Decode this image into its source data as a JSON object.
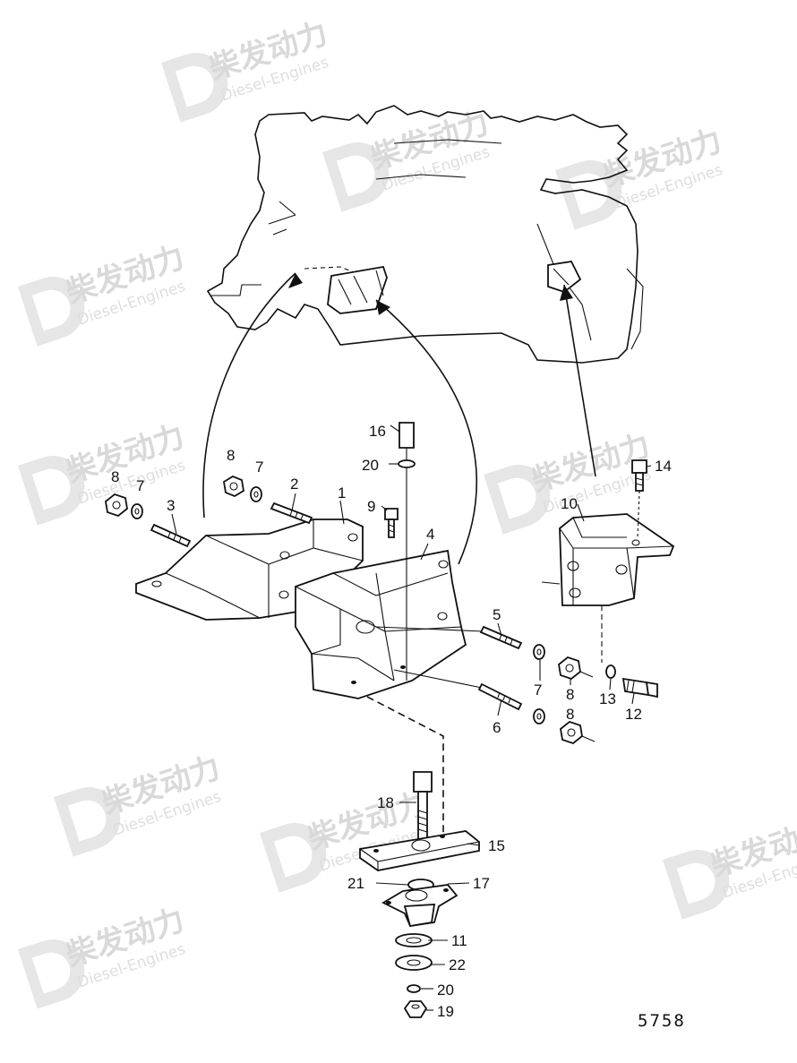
{
  "watermark": {
    "cn": "柴发动力",
    "en": "Diesel-Engines",
    "logo_icon": "d-logo-icon"
  },
  "figure_number": "5758",
  "callouts": {
    "c1": "1",
    "c2": "2",
    "c3": "3",
    "c4": "4",
    "c5": "5",
    "c6": "6",
    "c7a": "7",
    "c7b": "7",
    "c7c": "7",
    "c8a": "8",
    "c8b": "8",
    "c8c": "8",
    "c8d": "8",
    "c9": "9",
    "c10": "10",
    "c11": "11",
    "c12": "12",
    "c13": "13",
    "c14": "14",
    "c15": "15",
    "c16": "16",
    "c17": "17",
    "c18": "18",
    "c19": "19",
    "c20a": "20",
    "c20b": "20",
    "c21": "21",
    "c22": "22"
  }
}
